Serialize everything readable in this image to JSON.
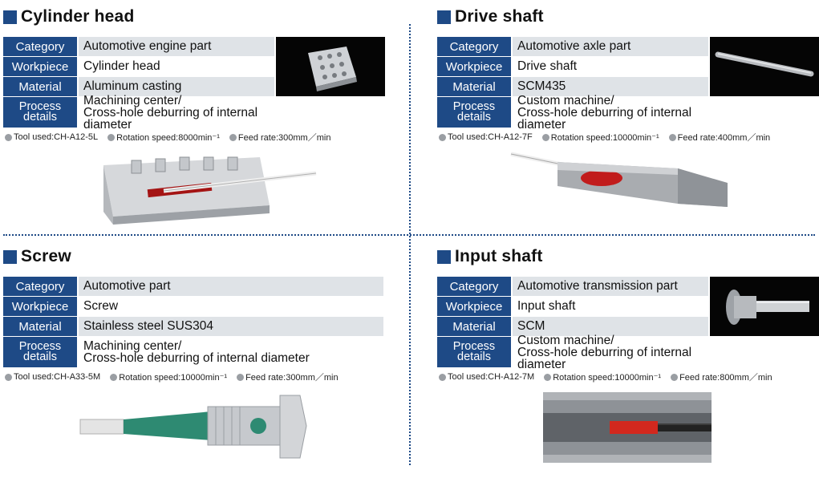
{
  "sections": [
    {
      "title": "Cylinder head",
      "category_label": "Category",
      "category": "Automotive engine part",
      "workpiece_label": "Workpiece",
      "workpiece": "Cylinder head",
      "material_label": "Material",
      "material": "Aluminum casting",
      "process_label_1": "Process",
      "process_label_2": "details",
      "process_1": "Machining center/",
      "process_2": "Cross-hole deburring of internal diameter",
      "tool": "Tool used:CH-A12-5L",
      "speed": "Rotation speed:8000min⁻¹",
      "feed": "Feed rate:300mm／min"
    },
    {
      "title": "Drive shaft",
      "category_label": "Category",
      "category": "Automotive axle part",
      "workpiece_label": "Workpiece",
      "workpiece": "Drive shaft",
      "material_label": "Material",
      "material": "SCM435",
      "process_label_1": "Process",
      "process_label_2": "details",
      "process_1": "Custom machine/",
      "process_2": "Cross-hole deburring of internal diameter",
      "tool": "Tool used:CH-A12-7F",
      "speed": "Rotation speed:10000min⁻¹",
      "feed": "Feed rate:400mm／min"
    },
    {
      "title": "Screw",
      "category_label": "Category",
      "category": "Automotive part",
      "workpiece_label": "Workpiece",
      "workpiece": "Screw",
      "material_label": "Material",
      "material": "Stainless steel SUS304",
      "process_label_1": "Process",
      "process_label_2": "details",
      "process_1": "Machining center/",
      "process_2": "Cross-hole deburring of internal diameter",
      "tool": "Tool used:CH-A33-5M",
      "speed": "Rotation speed:10000min⁻¹",
      "feed": "Feed rate:300mm／min"
    },
    {
      "title": "Input shaft",
      "category_label": "Category",
      "category": "Automotive transmission part",
      "workpiece_label": "Workpiece",
      "workpiece": "Input shaft",
      "material_label": "Material",
      "material": "SCM",
      "process_label_1": "Process",
      "process_label_2": "details",
      "process_1": "Custom machine/",
      "process_2": "Cross-hole deburring of internal diameter",
      "tool": "Tool used:CH-A12-7M",
      "speed": "Rotation speed:10000min⁻¹",
      "feed": "Feed rate:800mm／min"
    }
  ],
  "colors": {
    "label_bg": "#1e4a86",
    "stripe": "#dfe3e7",
    "divider": "#1e4a86"
  }
}
